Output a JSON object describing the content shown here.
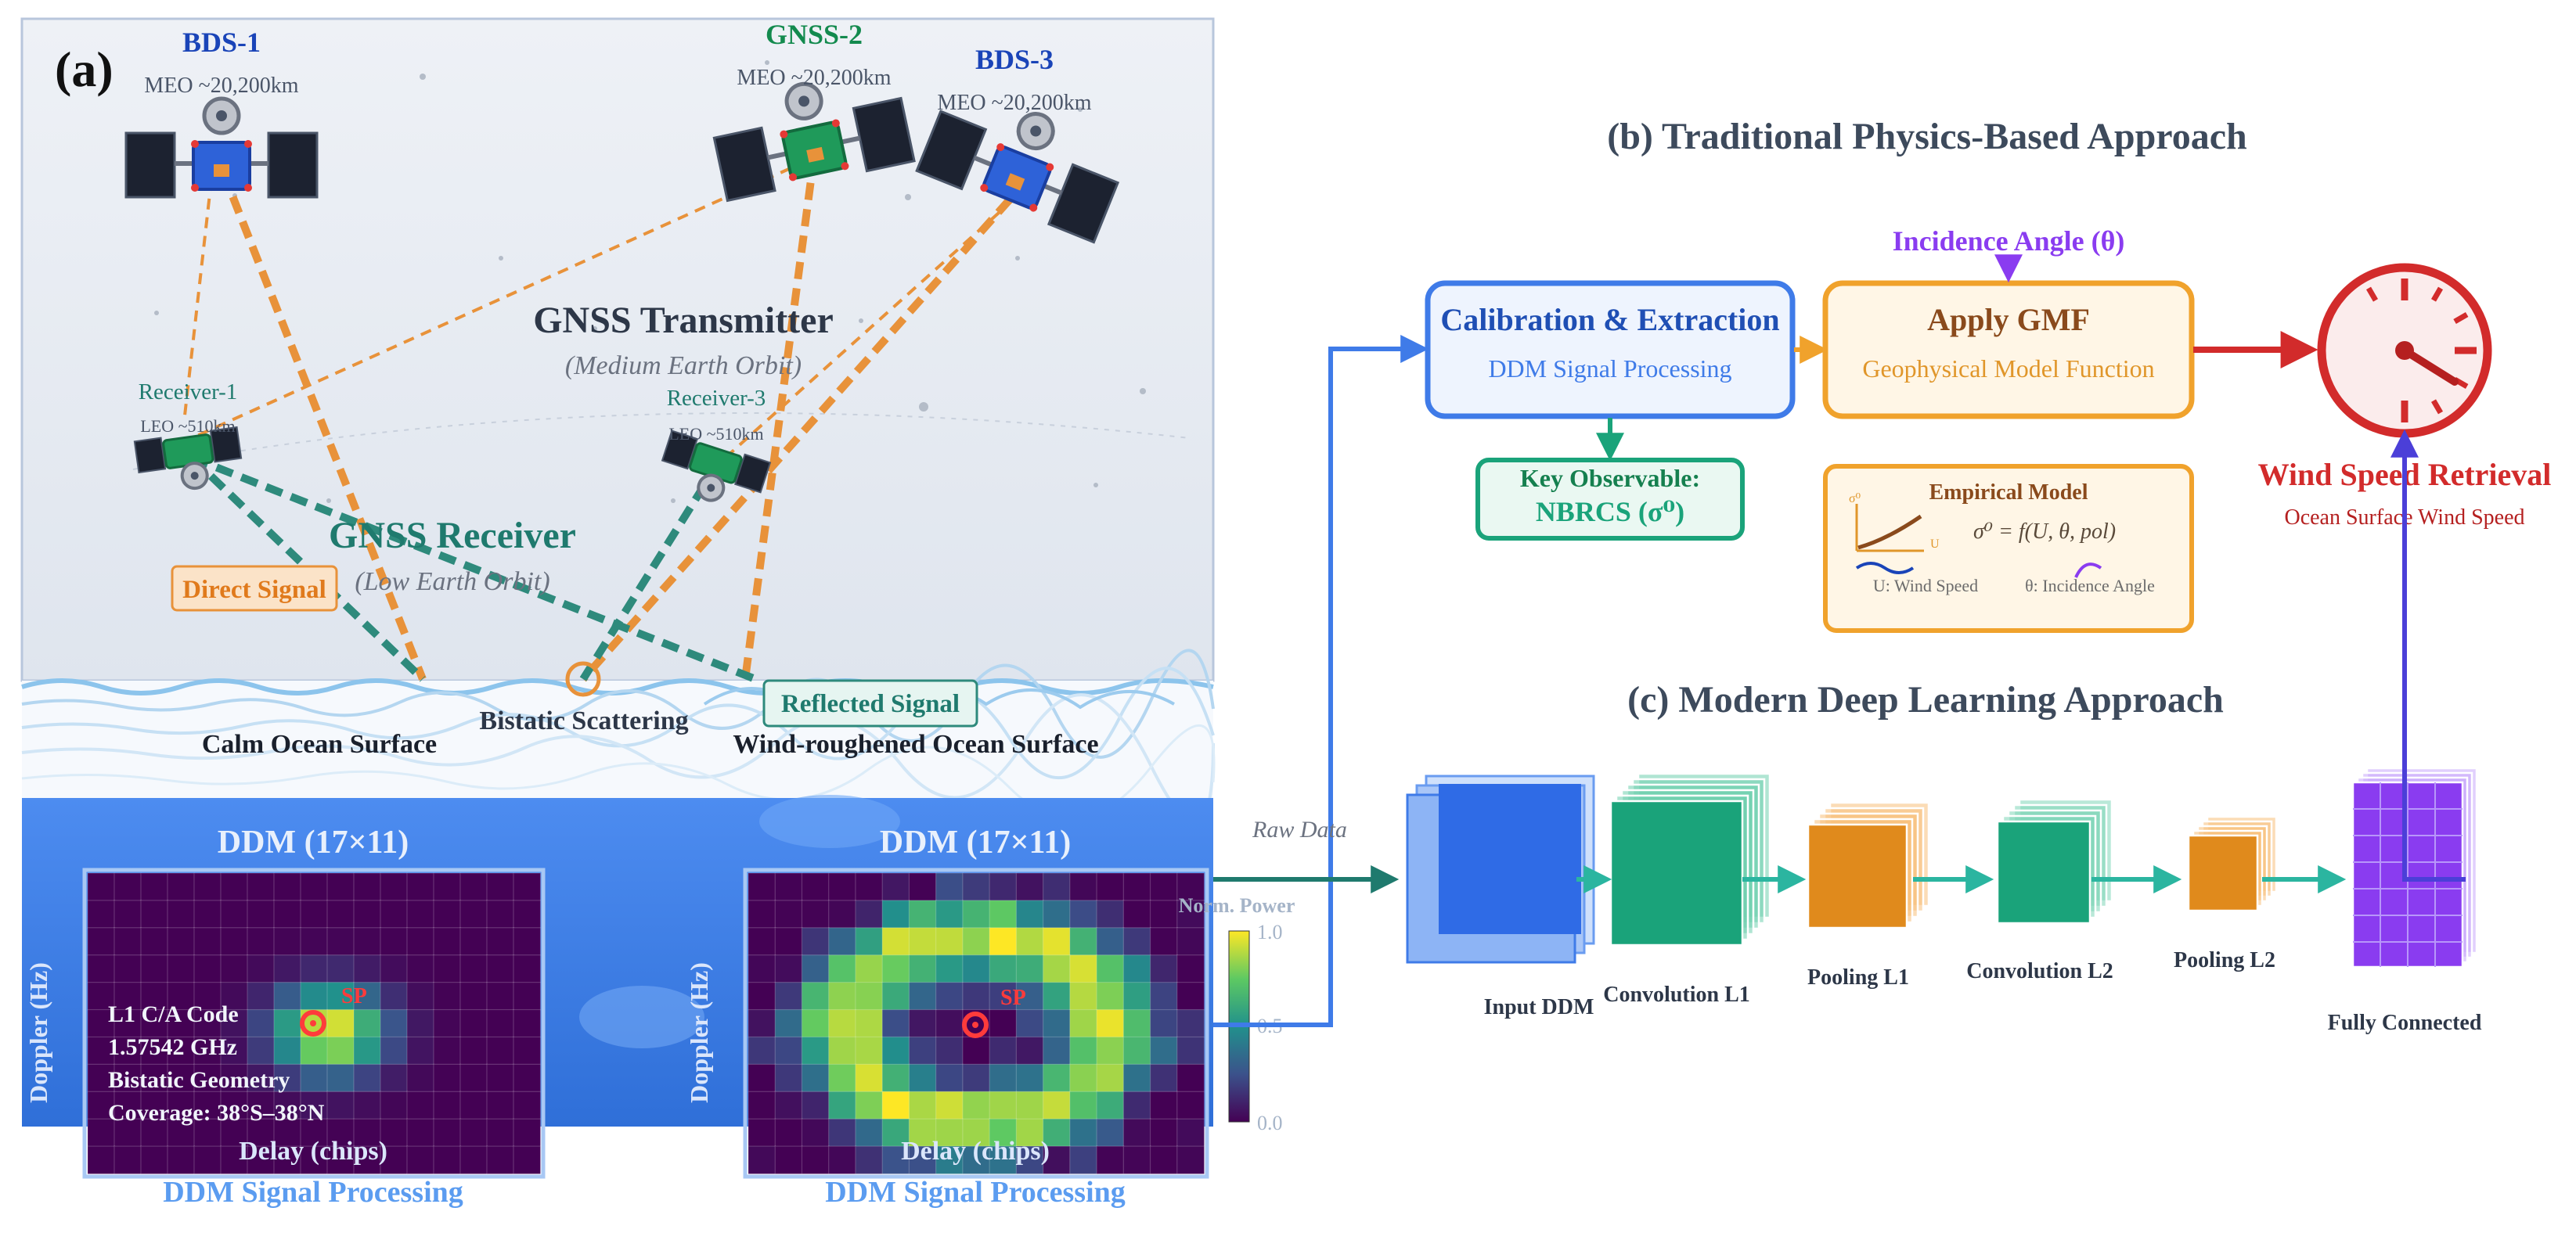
{
  "panel_a": {
    "label": "(a)",
    "satellites": [
      {
        "name": "BDS-1",
        "orbit": "MEO ~20,200km",
        "color": "#1a44b8"
      },
      {
        "name": "GNSS-2",
        "orbit": "MEO ~20,200km",
        "color": "#138a4e"
      },
      {
        "name": "BDS-3",
        "orbit": "MEO ~20,200km",
        "color": "#1a44b8"
      }
    ],
    "receivers": [
      {
        "name": "Receiver-1",
        "orbit": "LEO ~510km"
      },
      {
        "name": "Receiver-3",
        "orbit": "LEO ~510km"
      }
    ],
    "transmitter_title": "GNSS Transmitter",
    "transmitter_subtitle": "(Medium Earth Orbit)",
    "receiver_title": "GNSS Receiver",
    "receiver_subtitle": "(Low Earth Orbit)",
    "direct_signal": "Direct Signal",
    "reflected_signal": "Reflected Signal",
    "bistatic": "Bistatic Scattering",
    "calm_surface": "Calm Ocean Surface",
    "rough_surface": "Wind-roughened Ocean Surface"
  },
  "ddm_left": {
    "title": "DDM (17×11)",
    "y_axis": "Doppler (Hz)",
    "x_axis": "Delay (chips)",
    "footer": "DDM Signal Processing",
    "sp": "SP",
    "info": [
      "L1 C/A Code",
      "1.57542 GHz",
      "Bistatic Geometry",
      "Coverage: 38°S–38°N"
    ]
  },
  "ddm_right": {
    "title": "DDM (17×11)",
    "y_axis": "Doppler (Hz)",
    "x_axis": "Delay (chips)",
    "footer": "DDM Signal Processing",
    "sp": "SP"
  },
  "colorbar": {
    "label": "Norm. Power",
    "ticks": [
      "1.0",
      "0.5",
      "0.0"
    ]
  },
  "panel_b": {
    "title": "(b) Traditional Physics-Based Approach",
    "calib_title": "Calibration & Extraction",
    "calib_sub": "DDM Signal Processing",
    "gmf_title": "Apply GMF",
    "gmf_sub": "Geophysical Model Function",
    "incidence": "Incidence Angle (θ)",
    "key_obs": "Key Observable:",
    "nbrcs": "NBRCS (σ⁰)",
    "emp_title": "Empirical Model",
    "emp_formula": "σ⁰ = f(U, θ, pol)",
    "emp_sigma": "σ⁰",
    "emp_u": "U: Wind Speed",
    "emp_theta": "θ: Incidence Angle",
    "emp_axis_u": "U",
    "wind_title": "Wind Speed Retrieval",
    "wind_sub": "Ocean Surface Wind Speed"
  },
  "panel_c": {
    "title": "(c) Modern Deep Learning Approach",
    "raw_data": "Raw Data",
    "layers": [
      "Input DDM",
      "Convolution L1",
      "Pooling L1",
      "Convolution L2",
      "Pooling L2",
      "Fully Connected"
    ]
  },
  "colors": {
    "blue": "#3f7be8",
    "green": "#1aa37a",
    "orange": "#f0a22c",
    "red": "#d22b2b",
    "purple": "#8a3cf0",
    "teal": "#2e8a7c"
  }
}
